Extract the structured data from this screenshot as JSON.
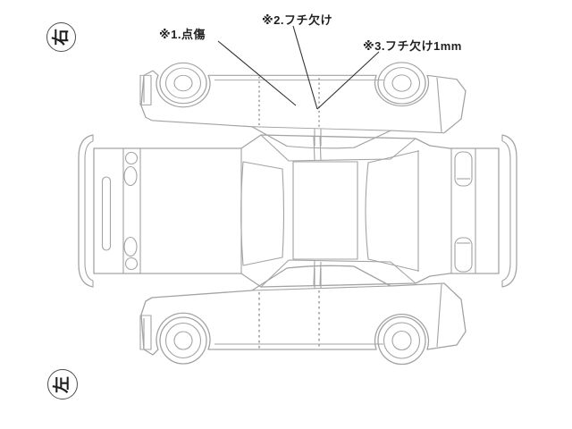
{
  "colors": {
    "car_outline": "#a3a3a3",
    "dash_line": "#b3b3b3",
    "leader_line": "#333333",
    "text_ink": "#1f1f1f",
    "badge_border": "#4d4d4d"
  },
  "annotations": [
    {
      "id": "1",
      "label": "※1.点傷"
    },
    {
      "id": "2",
      "label": "※2.フチ欠け"
    },
    {
      "id": "3",
      "label": "※3.フチ欠け1mm"
    }
  ],
  "orientation_badges": {
    "top": "右",
    "bottom": "左"
  }
}
